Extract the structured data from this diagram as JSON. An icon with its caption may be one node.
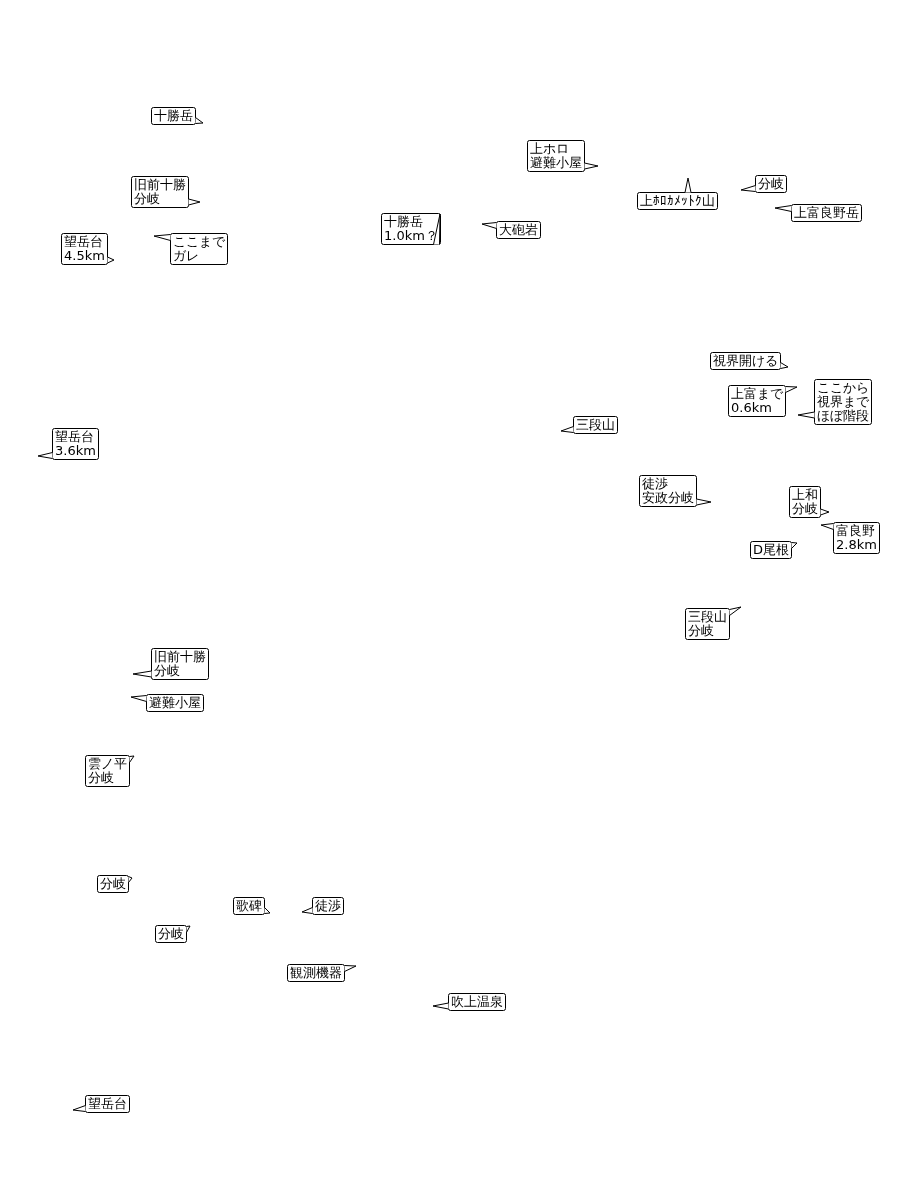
{
  "diagram": {
    "nodes": [
      {
        "text": [
          "十勝岳"
        ]
      },
      {
        "text": [
          "上ホロ避難小屋"
        ]
      },
      {
        "text": [
          "旧前十勝分岐"
        ]
      },
      {
        "text": [
          "分岐"
        ]
      },
      {
        "text": [
          "上ﾎﾛｶﾒｯﾄｸ山"
        ]
      },
      {
        "text": [
          "上富良野岳"
        ]
      },
      {
        "text": [
          "十勝岳1.0km？"
        ]
      },
      {
        "text": [
          "大砲岩"
        ]
      },
      {
        "text": [
          "望岳台4.5km"
        ]
      },
      {
        "text": [
          "ここまでガレ"
        ]
      },
      {
        "text": [
          "視界開ける"
        ]
      },
      {
        "text": [
          "上富まで0.6km"
        ]
      },
      {
        "text": [
          "ここから視界までほぼ階段"
        ]
      },
      {
        "text": [
          "三段山"
        ]
      },
      {
        "text": [
          "望岳台3.6km"
        ]
      },
      {
        "text": [
          "徒渉安政分岐"
        ]
      },
      {
        "text": [
          "上和分岐"
        ]
      },
      {
        "text": [
          "富良野2.8km"
        ]
      },
      {
        "text": [
          "D尾根"
        ]
      },
      {
        "text": [
          "三段山分岐"
        ]
      },
      {
        "text": [
          "旧前十勝分岐"
        ]
      },
      {
        "text": [
          "避難小屋"
        ]
      },
      {
        "text": [
          "雲ノ平分岐"
        ]
      },
      {
        "text": [
          "分岐"
        ]
      },
      {
        "text": [
          "歌碑"
        ]
      },
      {
        "text": [
          "徒渉"
        ]
      },
      {
        "text": [
          "分岐"
        ]
      },
      {
        "text": [
          "観測機器"
        ]
      },
      {
        "text": [
          "吹上温泉"
        ]
      },
      {
        "text": [
          "望岳台"
        ]
      }
    ]
  }
}
